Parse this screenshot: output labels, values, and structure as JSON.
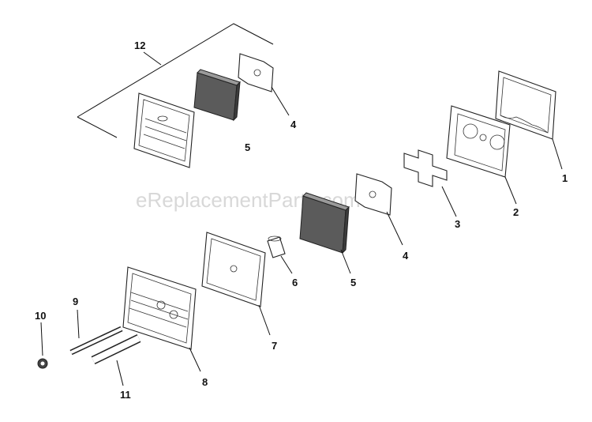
{
  "watermark": "eReplacementParts.com",
  "callouts": {
    "c1": "1",
    "c2": "2",
    "c3": "3",
    "c4_lower": "4",
    "c4_upper": "4",
    "c5_lower": "5",
    "c5_upper": "5",
    "c6": "6",
    "c7": "7",
    "c8": "8",
    "c9": "9",
    "c10": "10",
    "c11": "11",
    "c12": "12"
  }
}
